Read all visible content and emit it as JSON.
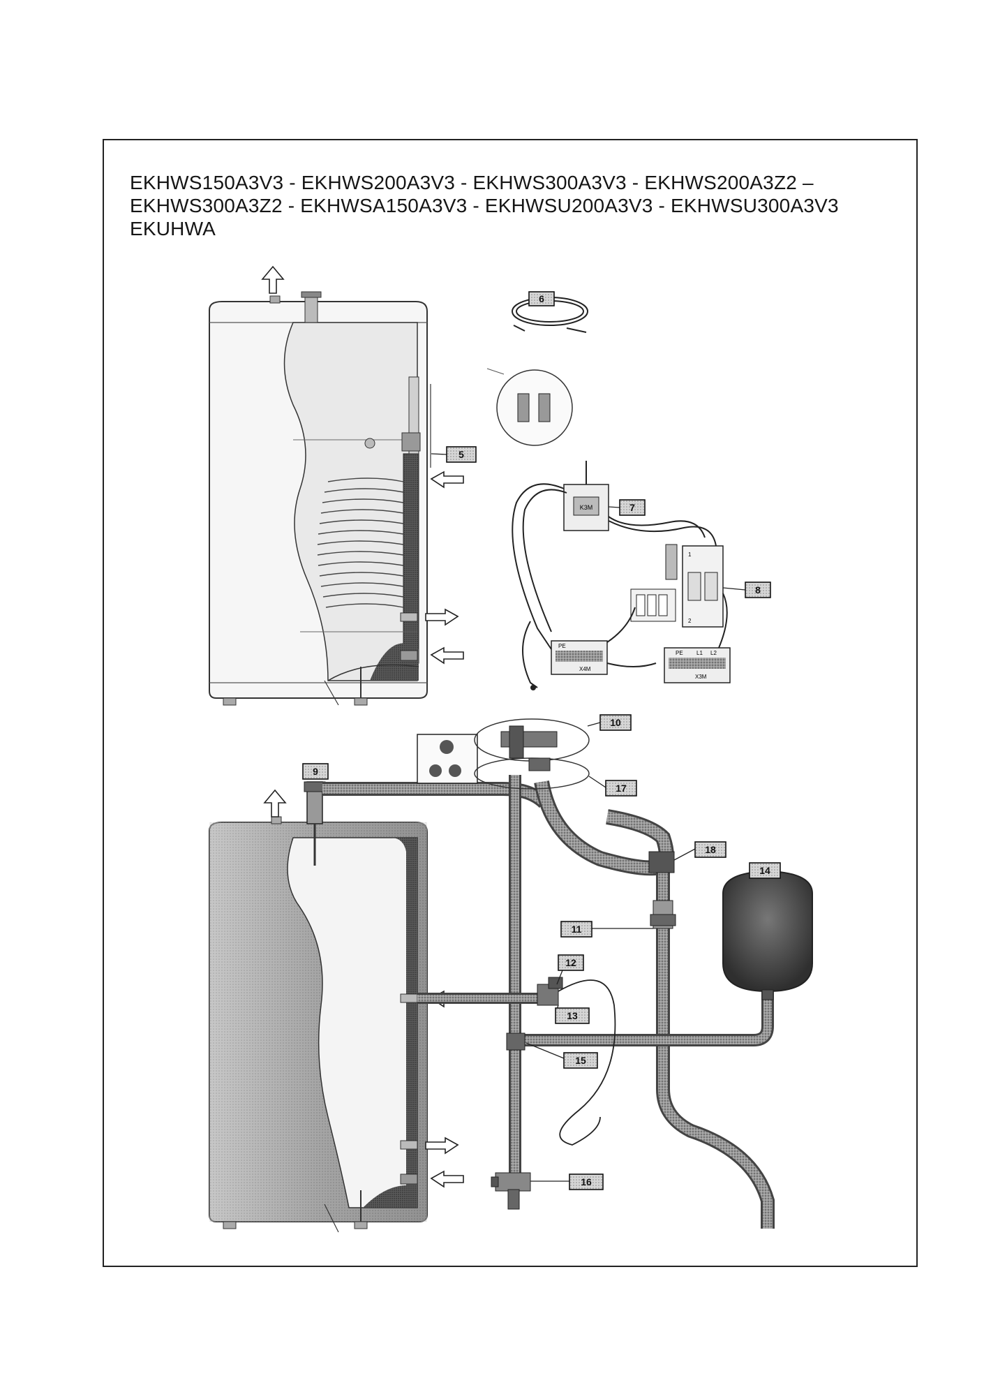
{
  "title_lines": [
    "EKHWS150A3V3 - EKHWS200A3V3 - EKHWS300A3V3 - EKHWS200A3Z2 –",
    "EKHWS300A3Z2 - EKHWSA150A3V3 - EKHWSU200A3V3 - EKHWSU300A3V3",
    "EKUHWA"
  ],
  "callouts": {
    "c5": "5",
    "c6": "6",
    "c7": "7",
    "c8": "8",
    "c9": "9",
    "c10": "10",
    "c11": "11",
    "c12": "12",
    "c13": "13",
    "c14": "14",
    "c15": "15",
    "c16": "16",
    "c17": "17",
    "c18": "18"
  },
  "component_labels": {
    "k3m": "K3M",
    "x3m": "X3M",
    "x4m": "X4M",
    "pe_left": "PE",
    "pe_right": "PE",
    "t1": "1",
    "t2": "2",
    "l1": "L1",
    "l2": "L2"
  }
}
